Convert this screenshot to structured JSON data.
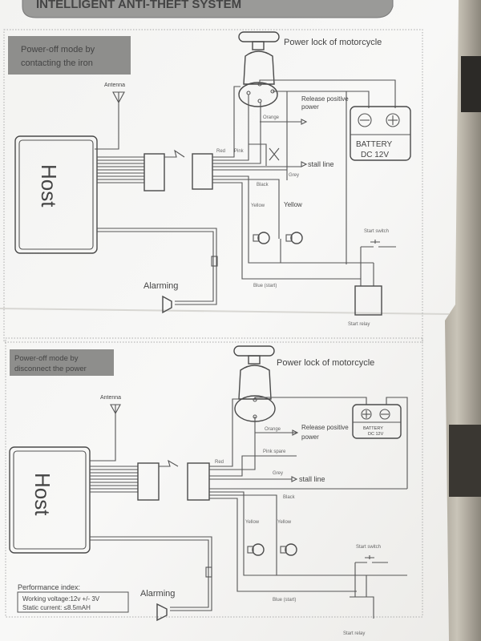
{
  "header": {
    "title": "INTELLIGENT ANTI-THEFT SYSTEM"
  },
  "diagrams": [
    {
      "mode_label_line1": "Power-off mode by",
      "mode_label_line2": "contacting the iron",
      "antenna": "Antenna",
      "host": "Host",
      "power_lock": "Power lock of motorcycle",
      "release_line1": "Release positive",
      "release_line2": "power",
      "orange": "Orange",
      "red": "Red",
      "pink": "Pink",
      "stall_line": "stall line",
      "grey": "Grey",
      "black": "Black",
      "yellow_left": "Yellow",
      "yellow_right": "Yellow",
      "battery_line1": "BATTERY",
      "battery_line2": "DC 12V",
      "start_switch": "Start switch",
      "start_relay": "Start relay",
      "blue": "Blue (start)",
      "alarming": "Alarming"
    },
    {
      "mode_label_line1": "Power-off mode by",
      "mode_label_line2": "disconnect the power",
      "antenna": "Antenna",
      "host": "Host",
      "power_lock": "Power lock of motorcycle",
      "release_line1": "Release positive",
      "release_line2": "power",
      "orange": "Orange",
      "red": "Red",
      "pink": "Pink spare",
      "stall_line": "stall line",
      "grey": "Grey",
      "black": "Black",
      "yellow_left": "Yellow",
      "yellow_right": "Yellow",
      "battery_line1": "BATTERY",
      "battery_line2": "DC 12V",
      "start_switch": "Start switch",
      "start_relay": "Start relay",
      "blue": "Blue (start)",
      "alarming": "Alarming"
    }
  ],
  "performance": {
    "title": "Performance index:",
    "voltage": "Working voltage:12v +/- 3V",
    "current": "Static current: ≤8.5mAH"
  }
}
